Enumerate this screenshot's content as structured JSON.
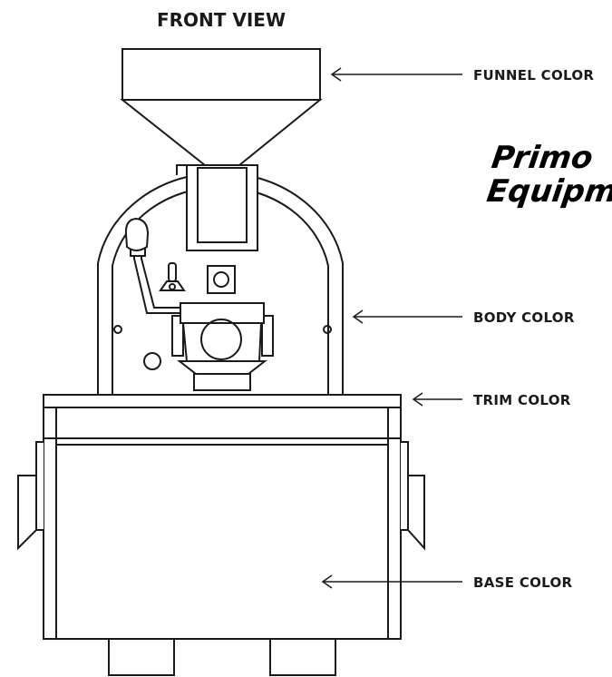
{
  "diagram": {
    "title": "FRONT VIEW",
    "callouts": {
      "funnel": "FUNNEL COLOR",
      "body": "BODY COLOR",
      "trim": "TRIM COLOR",
      "base": "BASE COLOR"
    },
    "logo": {
      "line1": "Primo",
      "line2": "Equipment"
    },
    "line_color": "#1a1a1a",
    "background": "#ffffff"
  }
}
